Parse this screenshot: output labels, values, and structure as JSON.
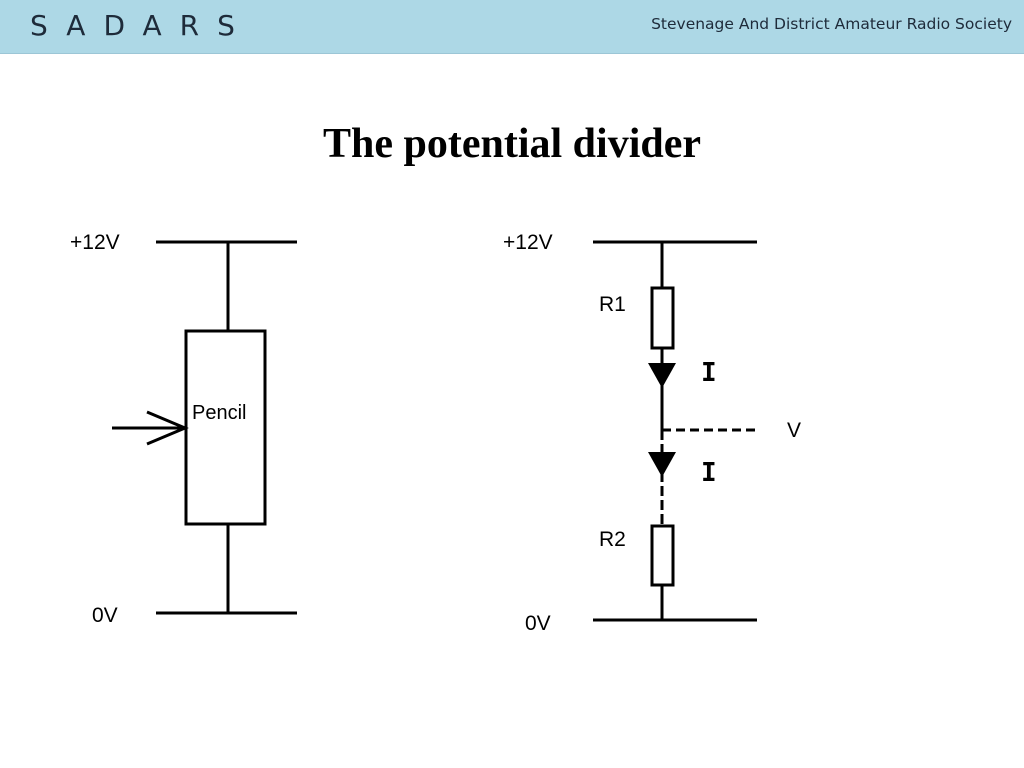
{
  "header": {
    "logo_text": "SADARS",
    "society_name": "Stevenage And District Amateur Radio Society",
    "background_color": "#add8e6"
  },
  "title": "The potential divider",
  "left_circuit": {
    "top_rail_label": "+12V",
    "bottom_rail_label": "0V",
    "resistor_label": "Pencil"
  },
  "right_circuit": {
    "top_rail_label": "+12V",
    "bottom_rail_label": "0V",
    "resistor1_label": "R1",
    "resistor2_label": "R2",
    "current_label_1": "I",
    "current_label_2": "I",
    "output_label": "V"
  }
}
